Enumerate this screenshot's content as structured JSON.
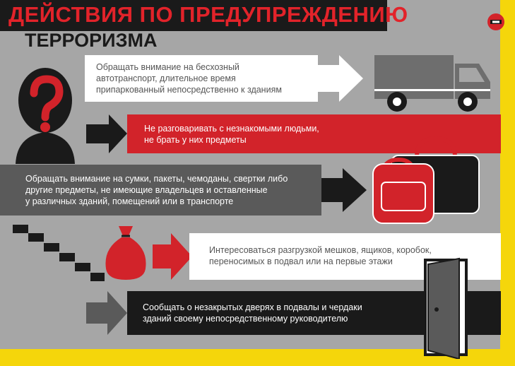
{
  "header": {
    "title_line1": "ДЕЙСТВИЯ ПО ПРЕДУПРЕЖДЕНИЮ",
    "title_line2": "ТЕРРОРИЗМА"
  },
  "items": [
    {
      "line1": "Обращать внимание на бесхозный",
      "line2": "автотранспорт, длительное время",
      "line3": "припаркованный непосредственно к зданиям"
    },
    {
      "line1": "Не разговаривать с незнакомыми людьми,",
      "line2": "не брать у них предметы"
    },
    {
      "line1": "Обращать внимание на сумки, пакеты, чемоданы, свертки либо",
      "line2": "другие предметы, не имеющие владельцев и оставленные",
      "line3": "у различных зданий, помещений или в транспорте"
    },
    {
      "line1": "Интересоваться  разгрузкой мешков, ящиков, коробок,",
      "line2": "переносимых в подвал или на первые этажи"
    },
    {
      "line1": "Сообщать  о незакрытых дверях в подвалы и чердаки",
      "line2": "зданий своему непосредственному руководителю"
    }
  ],
  "colors": {
    "red": "#d2232a",
    "yellow": "#f5d60b",
    "dark": "#1a1a1a",
    "gray": "#a6a6a6"
  },
  "icons": [
    "truck-icon",
    "question-head-icon",
    "bags-icon",
    "stairs-icon",
    "sack-icon",
    "open-door-icon",
    "logo-icon"
  ]
}
